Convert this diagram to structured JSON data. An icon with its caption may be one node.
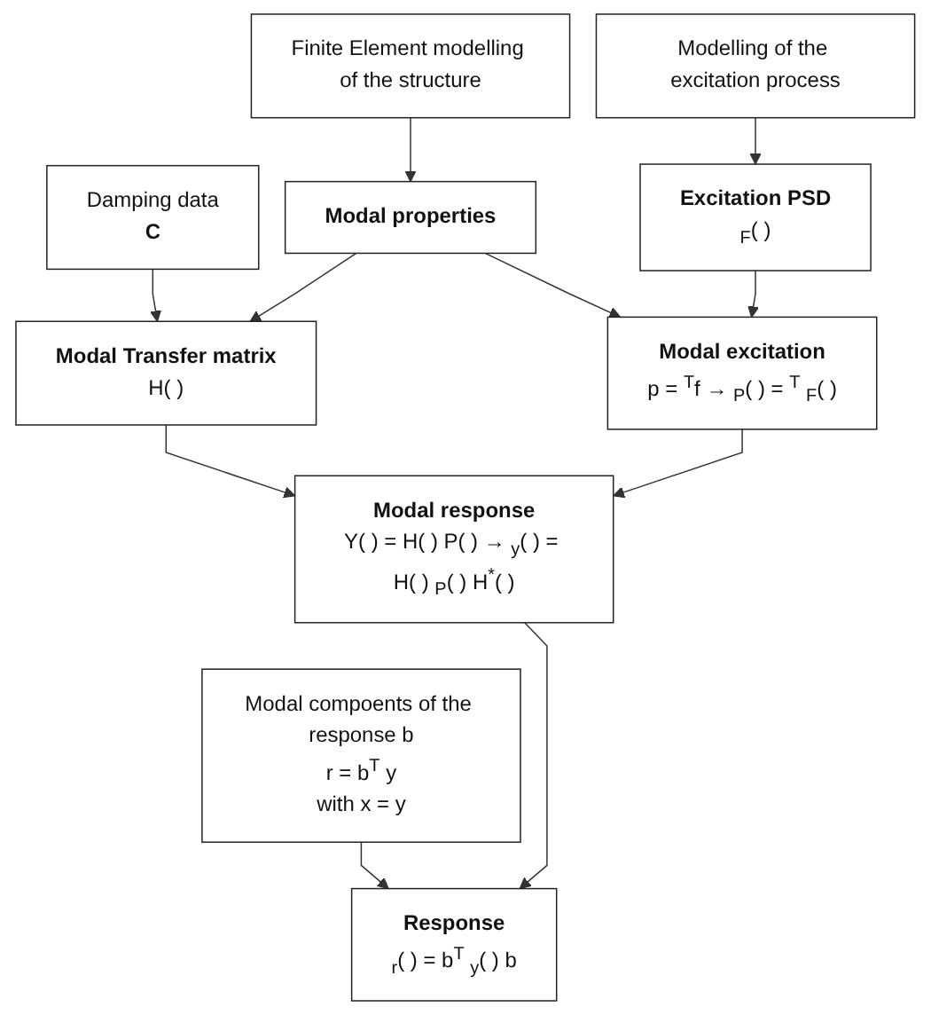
{
  "diagram": {
    "nodes": [
      {
        "text": [
          "Damping data",
          "C"
        ]
      },
      {
        "text": [
          "Finite Element modelling of the structure"
        ]
      },
      {
        "text": [
          "Modelling of the excitation process"
        ]
      },
      {
        "text": [
          "Modal properties"
        ]
      },
      {
        "text": [
          "Excitation PSD",
          "$_{F}$( )"
        ]
      },
      {
        "text": [
          "Modal Transfer matrix",
          "H( )"
        ]
      },
      {
        "text": [
          "Modal excitation",
          "p = $^{T}$f → $_{P}$( ) = $^{T}$ $_{F}$( )"
        ]
      },
      {
        "text": [
          "Modal response",
          "Y( ) = H( ) P( ) → $_{y}$( ) = H( ) $_{P}$( ) H$^{*}$( )"
        ]
      },
      {
        "text": [
          "Modal compoents of the response b",
          "r = b$^{T}$ y",
          "with x = y"
        ]
      },
      {
        "text": [
          "Response",
          "$_{r}$( ) = b$^{T}$ $_{y}$( ) b"
        ]
      }
    ],
    "edges": [
      {
        "from": 0,
        "to": 5,
        "arrow": "to"
      },
      {
        "from": 1,
        "to": 3,
        "arrow": "to"
      },
      {
        "from": 2,
        "to": 4,
        "arrow": "to"
      },
      {
        "from": 3,
        "to": 5,
        "arrow": "to"
      },
      {
        "from": 3,
        "to": 6,
        "arrow": "to"
      },
      {
        "from": 4,
        "to": 6,
        "arrow": "to"
      },
      {
        "from": 5,
        "to": 7,
        "arrow": "to"
      },
      {
        "from": 6,
        "to": 7,
        "arrow": "to"
      },
      {
        "from": 8,
        "to": 9,
        "arrow": "to"
      },
      {
        "from": 7,
        "to": 9,
        "arrow": "to"
      }
    ]
  }
}
